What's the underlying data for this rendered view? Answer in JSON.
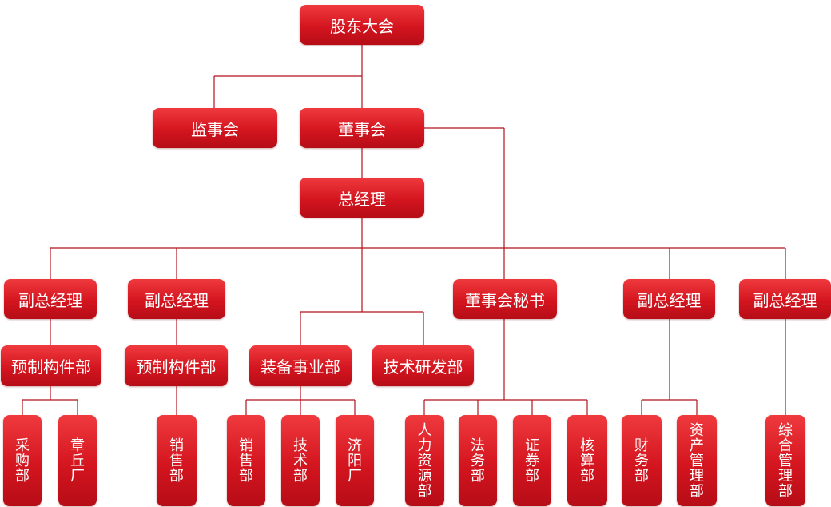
{
  "accent_color": "#d4151f",
  "nodes": {
    "shareholders": "股东大会",
    "supervisors": "监事会",
    "board": "董事会",
    "gm": "总经理",
    "vgm1": "副总经理",
    "vgm2": "副总经理",
    "board_secretary": "董事会秘书",
    "vgm3": "副总经理",
    "vgm4": "副总经理",
    "prefab_dept": "预制构件部",
    "prefab_sales_dept": "预制构件部",
    "equipment_div": "装备事业部",
    "tech_rd_dept": "技术研发部",
    "purchasing": "采购部",
    "zhangqiu_factory": "章丘厂",
    "sales_1": "销售部",
    "sales_2": "销售部",
    "tech_dept": "技术部",
    "jiyang_factory": "济阳厂",
    "hr_dept": "人力资源部",
    "legal_dept": "法务部",
    "securities_dept": "证券部",
    "accounting_dept": "核算部",
    "finance_dept": "财务部",
    "asset_mgmt_dept": "资产管理部",
    "general_mgmt_dept": "综合管理部"
  }
}
